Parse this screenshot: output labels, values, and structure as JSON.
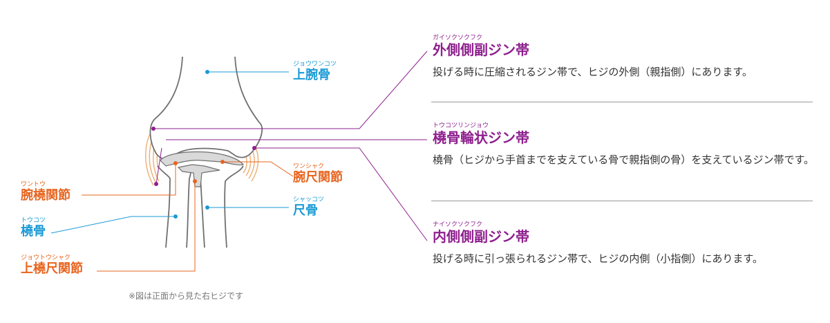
{
  "colors": {
    "blue": "#1a9ad6",
    "orange": "#e8641e",
    "purple": "#8e1f8e",
    "bone_outline": "#6f6f6f",
    "cartilage": "#d9d9d9",
    "ligament": "#f0b27a"
  },
  "labels": {
    "humerus": {
      "ruby": "ジョウワンコツ",
      "text": "上腕骨"
    },
    "ulna": {
      "ruby": "シャッコツ",
      "text": "尺骨"
    },
    "humeroulnar": {
      "ruby": "ワンシャク",
      "text": "腕尺関節"
    },
    "humeroradial": {
      "ruby": "ワントウ",
      "text": "腕橈関節"
    },
    "radius": {
      "ruby": "トウコツ",
      "text": "橈骨"
    },
    "proximal_radioulnar": {
      "ruby": "ジョウトウシャク",
      "text": "上橈尺関節"
    }
  },
  "panels": [
    {
      "ruby": "ガイソクソクフク",
      "title": "外側側副ジン帯",
      "desc": "投げる時に圧縮されるジン帯で、ヒジの外側（親指側）にあります。"
    },
    {
      "ruby": "トウコツリンジョウ",
      "title": "橈骨輪状ジン帯",
      "desc": "橈骨（ヒジから手首までを支えている骨で親指側の骨）を支えているジン帯です。"
    },
    {
      "ruby": "ナイソクソクフク",
      "title": "内側側副ジン帯",
      "desc": "投げる時に引っ張られるジン帯で、ヒジの内側（小指側）にあります。"
    }
  ],
  "note": "※図は正面から見た右ヒジです"
}
